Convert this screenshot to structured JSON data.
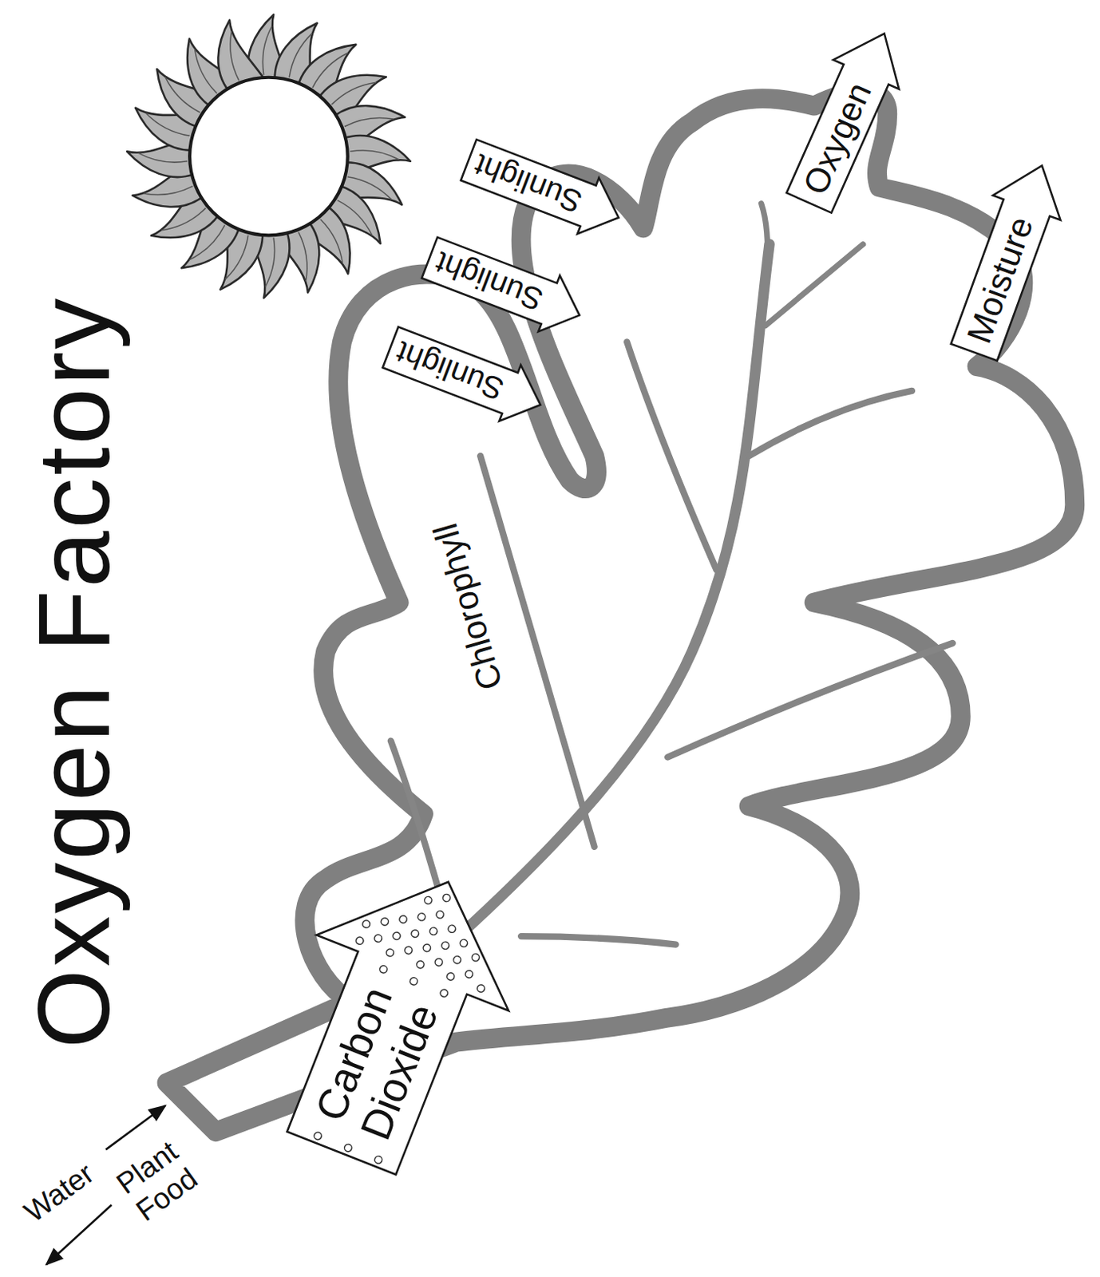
{
  "diagram": {
    "title": "Oxygen Factory",
    "nodes": [
      {
        "text": [
          "Sunlight"
        ]
      },
      {
        "text": [
          "Sunlight"
        ]
      },
      {
        "text": [
          "Sunlight"
        ]
      },
      {
        "text": [
          "Oxygen"
        ]
      },
      {
        "text": [
          "Moisture"
        ]
      },
      {
        "text": [
          "Carbon Dioxide"
        ]
      }
    ],
    "labels": [
      "Chlorophyll",
      "Water",
      "Plant Food"
    ]
  }
}
